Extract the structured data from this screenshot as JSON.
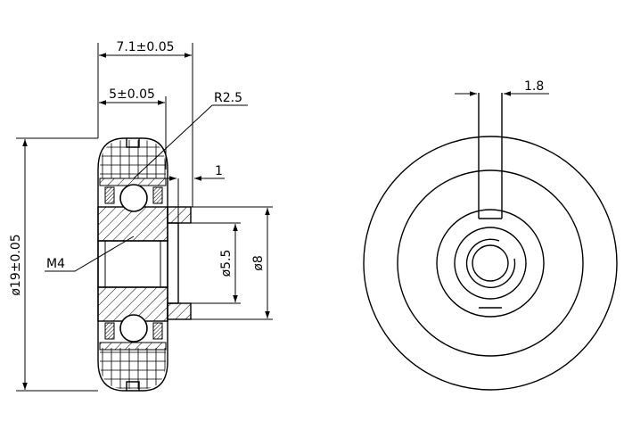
{
  "dimensions": {
    "overall_width": "7.1±0.05",
    "hub_width": "5±0.05",
    "fillet_radius": "R2.5",
    "step": "1",
    "outer_diameter": "ø19±0.05",
    "thread": "M4",
    "bore_diameter": "ø5.5",
    "boss_diameter": "ø8",
    "slot_width": "1.8"
  }
}
